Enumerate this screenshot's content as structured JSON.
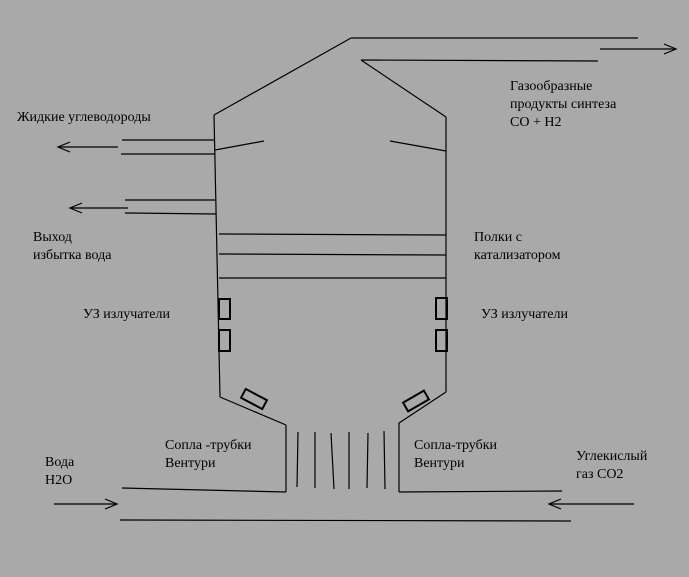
{
  "labels": {
    "liquid_hydrocarbons": "Жидкие углеводороды",
    "gas_products": [
      "Газообразные",
      "продукты синтеза",
      "CO + H2"
    ],
    "excess_water": [
      "Выход",
      "избытка вода"
    ],
    "catalyst_shelves": [
      "Полки с",
      "катализатором"
    ],
    "us_emitters_left": "УЗ излучатели",
    "us_emitters_right": "УЗ излучатели",
    "venturi_left": [
      "Сопла -трубки",
      "Вентури"
    ],
    "venturi_right": [
      "Сопла-трубки",
      "Вентури"
    ],
    "water_inlet": [
      "Вода",
      "H2O"
    ],
    "co2_inlet": [
      "Углекислый",
      "газ CO2"
    ]
  },
  "colors": {
    "background": "#a9a9a9",
    "stroke": "#000000"
  }
}
